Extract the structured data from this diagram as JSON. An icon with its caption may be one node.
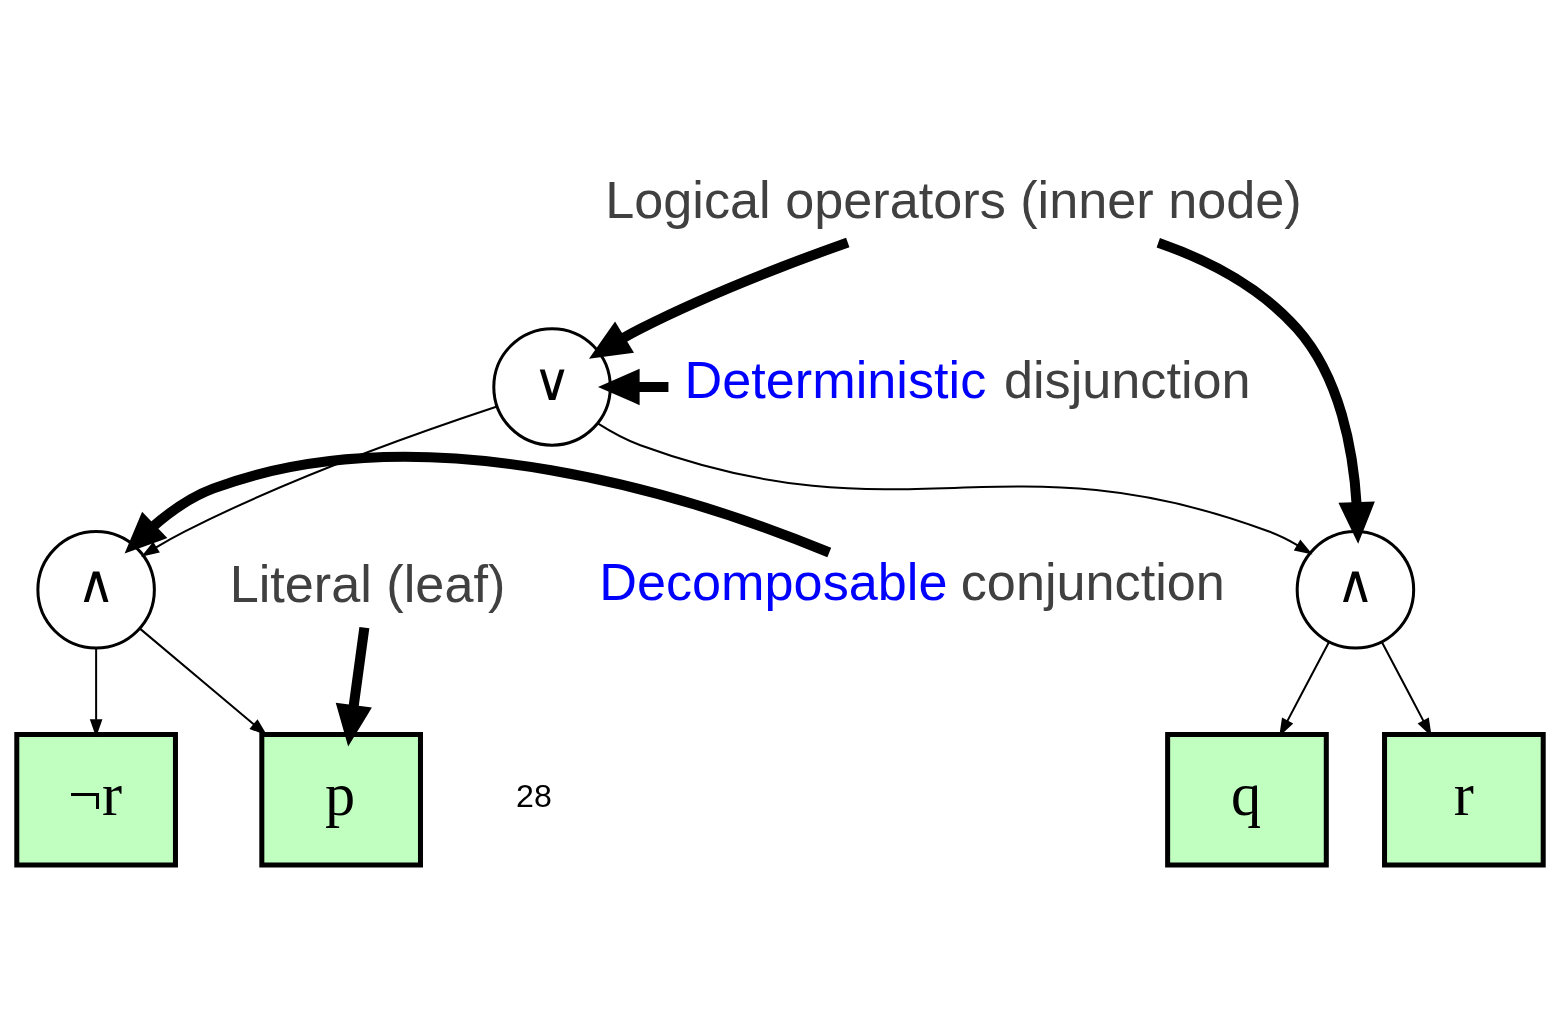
{
  "diagram": {
    "nodes": [
      {
        "text": [
          "Logical operators (inner node)"
        ]
      },
      {
        "text": [
          "∨"
        ]
      },
      {
        "text": [
          "Deterministic disjunction"
        ]
      },
      {
        "text": [
          "∧"
        ]
      },
      {
        "text": [
          "∧"
        ]
      },
      {
        "text": [
          "Decomposable conjunction"
        ]
      },
      {
        "text": [
          "Literal (leaf)"
        ]
      },
      {
        "text": [
          "r"
        ]
      },
      {
        "text": [
          "q"
        ]
      },
      {
        "text": [
          "¬r"
        ]
      },
      {
        "text": [
          "p"
        ]
      }
    ],
    "edges": [
      {
        "from": 0,
        "to": 3,
        "arrow": "to",
        "style": "thick"
      },
      {
        "from": 0,
        "to": 1,
        "arrow": "to",
        "style": "thick"
      },
      {
        "from": 2,
        "to": 1,
        "arrow": "to",
        "style": "thick"
      },
      {
        "from": 1,
        "to": 3,
        "arrow": "to"
      },
      {
        "from": 1,
        "to": 4,
        "arrow": "to"
      },
      {
        "from": 5,
        "to": 4,
        "arrow": "to",
        "style": "thick"
      },
      {
        "from": 3,
        "to": 7,
        "arrow": "to"
      },
      {
        "from": 3,
        "to": 8,
        "arrow": "to"
      },
      {
        "from": 4,
        "to": 9,
        "arrow": "to"
      },
      {
        "from": 4,
        "to": 10,
        "arrow": "to"
      },
      {
        "from": 6,
        "to": 10,
        "arrow": "to",
        "style": "thick"
      }
    ],
    "labels": [
      "28"
    ]
  }
}
